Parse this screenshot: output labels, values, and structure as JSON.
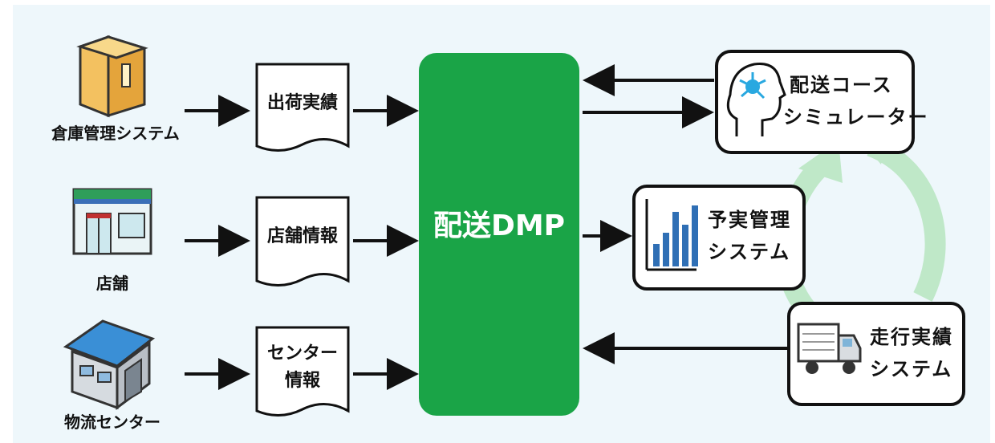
{
  "sources": [
    {
      "label": "倉庫管理システム",
      "icon": "cardboard-box-icon"
    },
    {
      "label": "店舗",
      "icon": "storefront-icon"
    },
    {
      "label": "物流センター",
      "icon": "warehouse-building-icon"
    }
  ],
  "documents": [
    {
      "lines": [
        "出荷実績"
      ]
    },
    {
      "lines": [
        "店舗情報"
      ]
    },
    {
      "lines": [
        "センター",
        "情報"
      ]
    }
  ],
  "hub": {
    "label": "配送DMP",
    "color": "#1aa447"
  },
  "systems": {
    "simulator": {
      "lines": [
        "配送コース",
        "シミュレーター"
      ],
      "icon": "ai-head-icon"
    },
    "budget": {
      "lines": [
        "予実管理",
        "システム"
      ],
      "icon": "bar-chart-icon"
    },
    "driving": {
      "lines": [
        "走行実績",
        "システム"
      ],
      "icon": "delivery-truck-icon"
    }
  },
  "colors": {
    "cycle_arrow": "#bfe8c8",
    "background": "#eef7fb"
  }
}
